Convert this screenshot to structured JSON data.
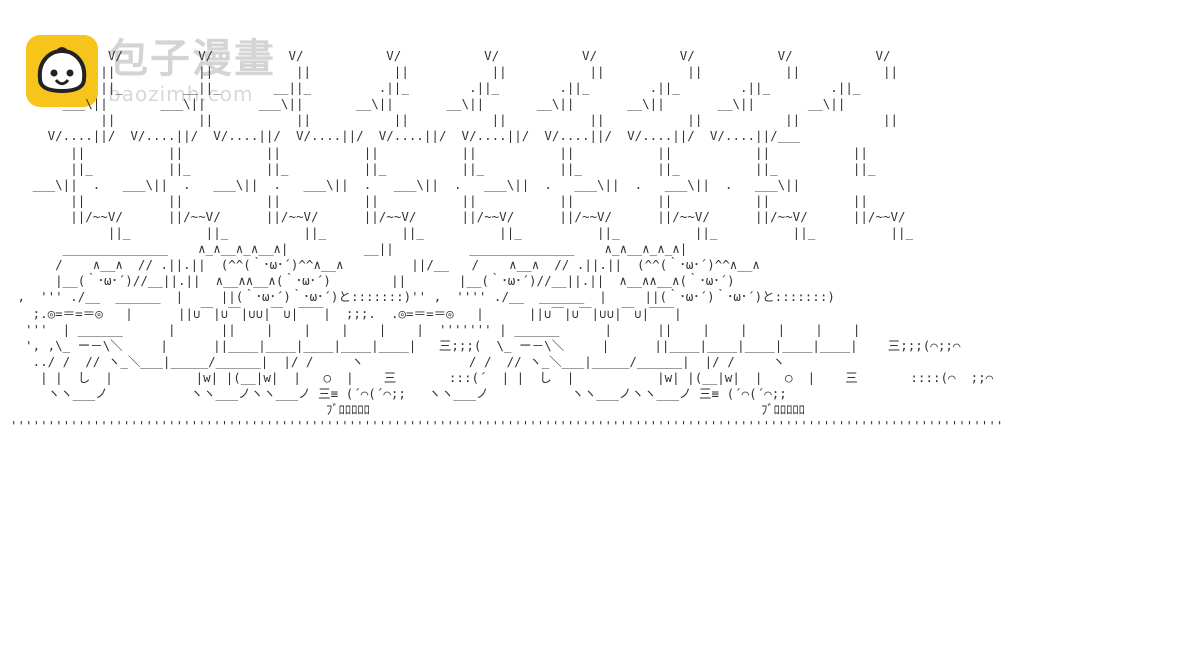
{
  "watermark": {
    "site_name": "包子漫畫",
    "site_url": "baozimh.com",
    "logo_icon": "bun-face-icon",
    "logo_color": "#f7c41c"
  },
  "ascii_art": {
    "caption": "ﾌﾞﾛﾛﾛﾛﾛ",
    "lines": [
      "             V/          V/          V/           V/           V/           V/           V/           V/           V/",
      "            ||           ||           ||           ||           ||           ||           ||           ||           ||",
      "            ||_        __||_       __||_         .||_        .||_        .||_        .||_        .||_        .||_",
      "       ___\\||       ___\\||       ___\\||       __\\||       __\\||       __\\||       __\\||       __\\||       __\\||",
      "            ||           ||           ||           ||           ||           ||           ||           ||           ||",
      "     V/....||/  V/....||/  V/....||/  V/....||/  V/....||/  V/....||/  V/....||/  V/....||/  V/....||/___",
      "        ||           ||           ||           ||           ||           ||           ||           ||           ||",
      "        ||_          ||_          ||_          ||_          ||_          ||_          ||_          ||_          ||_",
      "   ___\\||  .   ___\\||  .   ___\\||  .   ___\\||  .   ___\\||  .   ___\\||  .   ___\\||  .   ___\\||  .   ___\\||",
      "        ||           ||           ||           ||           ||           ||           ||           ||           ||",
      "        ||/~~V/      ||/~~V/      ||/~~V/      ||/~~V/      ||/~~V/      ||/~~V/      ||/~~V/      ||/~~V/      ||/~~V/",
      "             ||_          ||_          ||_          ||_          ||_          ||_          ||_          ||_          ||_",
      "       ______________    ∧_∧__∧_∧__∧|          __||          ______________    ∧_∧__∧_∧_∧|",
      "      /    ∧__∧  // .||.||  (^^(｀･ω･´)^^∧__∧         ||/__   /    ∧__∧  // .||.||  (^^(｀･ω･´)^^∧__∧",
      "      |__(｀･ω･´)//__||.||  ∧__∧∧__∧(｀･ω･´)        ||       |__(｀･ω･´)//__||.||  ∧__∧∧__∧(｀･ω･´)",
      " ,  ''' ./__  ______  |     ||(｀･ω･´)｀･ω･´)と:::::::)'' ,  '''' ./__  ______  |     ||(｀･ω･´)｀･ω･´)と:::::::)",
      "   ;.◎=＝=＝◎   |      ||∪￣|∪￣|∪∪|￣∪|￣￣|  ;;;.  .◎=＝=＝◎   |      ||∪￣|∪￣|∪∪|￣∪|￣￣|",
      "  '''  | ______      |      ||    |    |    |    |    |  ''''''' | ______      |      ||    |    |    |    |    |",
      "  ', ,\\_ ー－\\＼     |      ||____|____|____|____|____|   三;;;(  \\_ ー－\\＼     |      ||____|____|____|____|____|    三;;;(⌒;;⌒",
      "   ../ /  // ヽ_＼___|_____/______|  |/ /     ヽ              / /  // ヽ_＼___|_____/______|  |/ /     ヽ",
      "    | |  し  |           |w| |(__|w|  |   ○  |    三       :::(´  | |  し  |           |w| |(__|w|  |   ○  |    三       ::::(⌒  ;;⌒",
      "     ヽヽ___ノ           ヽヽ___ノヽヽ___ノ 三≡ (´⌒(´⌒;;   ヽヽ___ノ           ヽヽ___ノヽヽ___ノ 三≡ (´⌒(´⌒;;",
      "                                          ﾌﾞﾛﾛﾛﾛﾛ                                                    ﾌﾞﾛﾛﾛﾛﾛ",
      "''''''''''''''''''''''''''''''''''''''''''''''''''''''''''''''''''''''''''''''''''''''''''''''''''''''''''''''''''''''''''''''''''''"
    ]
  }
}
